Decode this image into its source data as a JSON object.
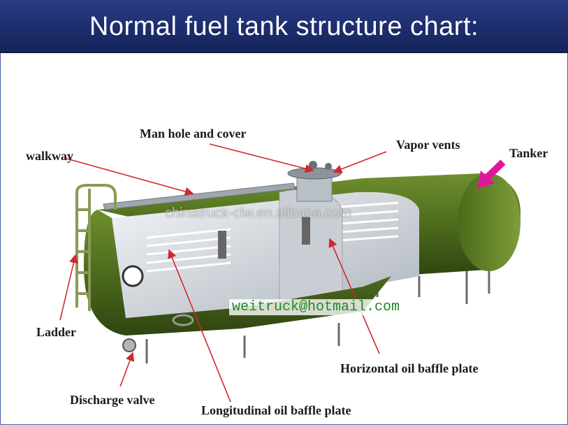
{
  "title": "Normal fuel tank structure chart:",
  "labels": {
    "man_hole": "Man hole and cover",
    "vapor_vents": "Vapor vents",
    "tanker": "Tanker",
    "walkway": "walkway",
    "ladder": "Ladder",
    "discharge_valve": "Discharge valve",
    "horizontal_baffle": "Horizontal oil baffle plate",
    "longitudinal_baffle": "Longitudinal oil baffle plate"
  },
  "watermark": "chinatruck-clw.en.alibaba.com",
  "email": "weitruck@hotmail.com",
  "colors": {
    "banner": "#1d2d6c",
    "tank_green": "#4d6b1d",
    "leader_red": "#d0282e",
    "tanker_arrow": "#e0169a"
  }
}
